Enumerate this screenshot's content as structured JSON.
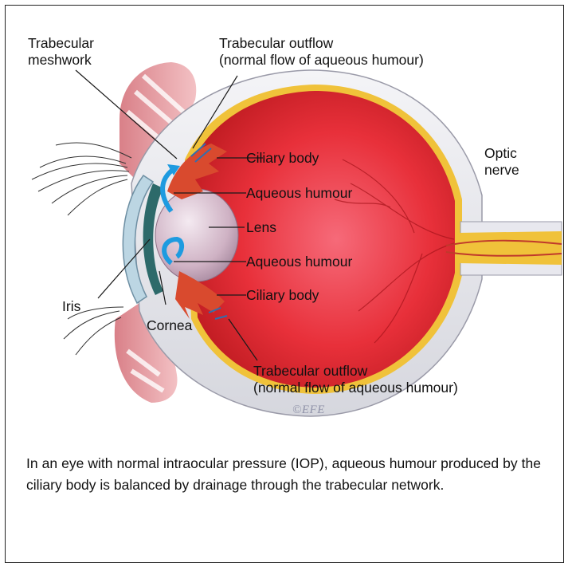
{
  "diagram": {
    "labels": {
      "trabecular_meshwork_line1": "Trabecular",
      "trabecular_meshwork_line2": "meshwork",
      "outflow_top_line1": "Trabecular outflow",
      "outflow_top_line2": "(normal flow of aqueous humour)",
      "ciliary_body_top": "Ciliary body",
      "aqueous_humour_top": "Aqueous humour",
      "lens": "Lens",
      "aqueous_humour_bottom": "Aqueous humour",
      "ciliary_body_bottom": "Ciliary body",
      "optic_nerve_line1": "Optic",
      "optic_nerve_line2": "nerve",
      "iris": "Iris",
      "cornea": "Cornea",
      "outflow_bottom_line1": "Trabecular outflow",
      "outflow_bottom_line2": "(normal flow of aqueous humour)"
    },
    "signature": "©EFE",
    "colors": {
      "eye_red": "#e8303a",
      "sclera": "#e9e9ee",
      "optic_nerve": "#f0c23a",
      "lens": "#d8c0d0",
      "aqueous_blue": "#1e9be0",
      "skin": "#e9a3a8"
    }
  },
  "caption": "In an eye with normal intraocular pressure (IOP), aqueous humour produced by the ciliary body is balanced by drainage through the trabecular network."
}
